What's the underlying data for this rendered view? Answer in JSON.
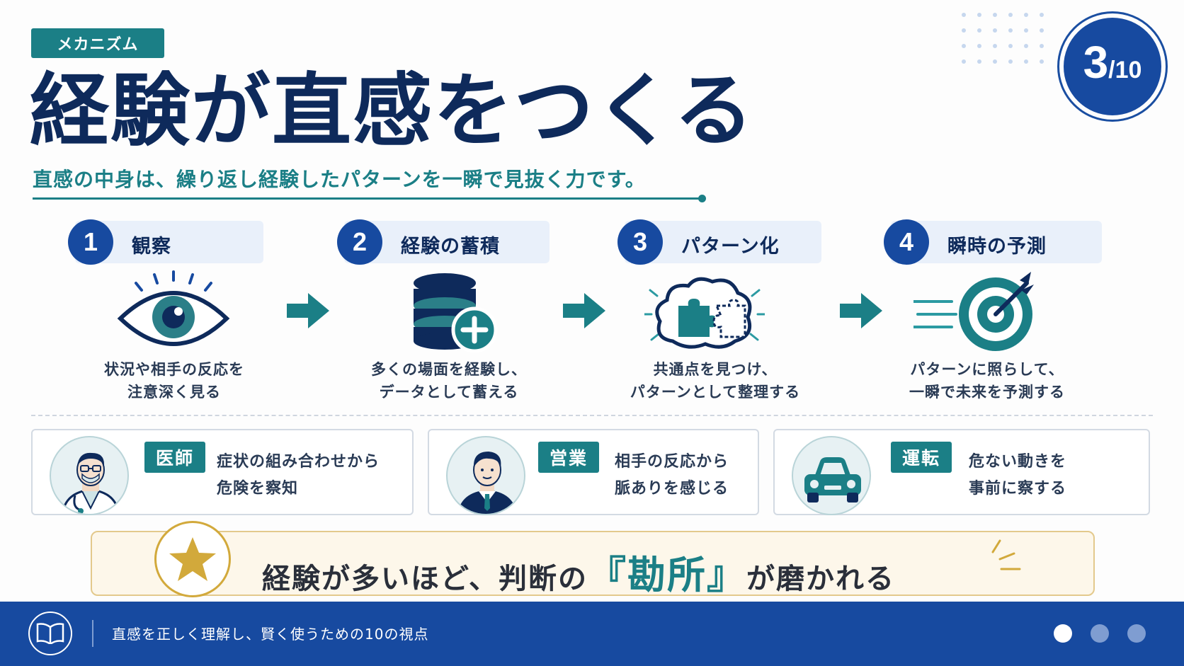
{
  "header": {
    "category": "メカニズム",
    "title": "経験が直感をつくる",
    "subtitle": "直感の中身は、繰り返し経験したパターンを一瞬で見抜く力です。"
  },
  "page": {
    "current": "3",
    "total": "/10"
  },
  "steps": [
    {
      "num": "1",
      "label": "観察",
      "icon": "eye-icon",
      "desc_line1": "状況や相手の反応を",
      "desc_line2": "注意深く見る"
    },
    {
      "num": "2",
      "label": "経験の蓄積",
      "icon": "database-plus-icon",
      "desc_line1": "多くの場面を経験し、",
      "desc_line2": "データとして蓄える"
    },
    {
      "num": "3",
      "label": "パターン化",
      "icon": "brain-puzzle-icon",
      "desc_line1": "共通点を見つけ、",
      "desc_line2": "パターンとして整理する"
    },
    {
      "num": "4",
      "label": "瞬時の予測",
      "icon": "target-arrow-icon",
      "desc_line1": "パターンに照らして、",
      "desc_line2": "一瞬で未来を予測する"
    }
  ],
  "examples": [
    {
      "tag": "医師",
      "icon": "doctor-icon",
      "line1": "症状の組み合わせから",
      "line2": "危険を察知"
    },
    {
      "tag": "営業",
      "icon": "businessman-icon",
      "line1": "相手の反応から",
      "line2": "脈ありを感じる"
    },
    {
      "tag": "運転",
      "icon": "car-icon",
      "line1": "危ない動きを",
      "line2": "事前に察する"
    }
  ],
  "banner": {
    "icon": "star-icon",
    "text_before": "経験が多いほど、判断の",
    "emphasis": "『勘所』",
    "text_after": "が磨かれる"
  },
  "footer": {
    "icon": "book-icon",
    "text": "直感を正しく理解し、賢く使うための10の視点"
  },
  "colors": {
    "navy": "#0e2a5b",
    "blue": "#174aa0",
    "teal": "#1b7f86",
    "gold": "#d2a93b"
  }
}
